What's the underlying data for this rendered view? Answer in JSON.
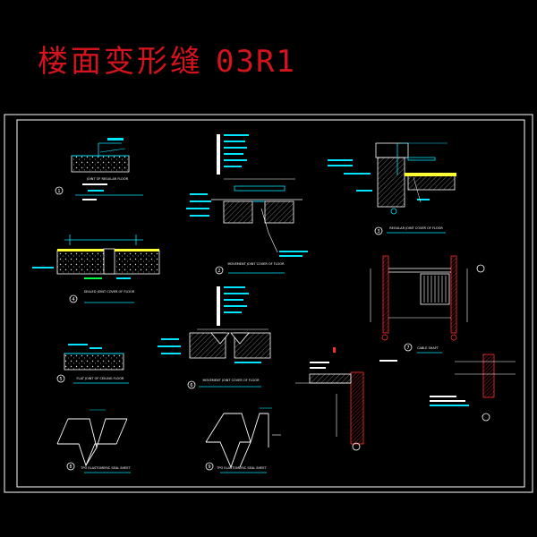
{
  "title": {
    "text": "楼面变形缝",
    "code": "03R1"
  },
  "colors": {
    "background": "#000000",
    "frame": "#ffffff",
    "title": "#d3141c",
    "cyan": "#00e5ff",
    "yellow": "#ffff33",
    "red": "#ff2b2b",
    "green": "#00ff44",
    "blue": "#4d6bff",
    "magenta": "#ff33ff"
  },
  "details": [
    {
      "id": "1",
      "caption": "JOINT OF REGULAR FLOOR"
    },
    {
      "id": "2",
      "caption": "MOVEMENT JOINT COVER OF FLOOR"
    },
    {
      "id": "3",
      "caption": "REGULAR JOINT COVER OF FLOOR"
    },
    {
      "id": "4",
      "caption": "SEALED JOINT COVER OF FLOOR"
    },
    {
      "id": "5",
      "caption": "FLAT JOINT OF CEILING FLOOR"
    },
    {
      "id": "6",
      "caption": "MOVEMENT JOINT COVER OF FLOOR"
    },
    {
      "id": "7",
      "caption": "CABLE SHAFT"
    },
    {
      "id": "8",
      "caption": "TPO ELASTOMERIC SEAL SHEET"
    },
    {
      "id": "9",
      "caption": "TPO ELASTOMERIC SEAL SHEET"
    }
  ]
}
